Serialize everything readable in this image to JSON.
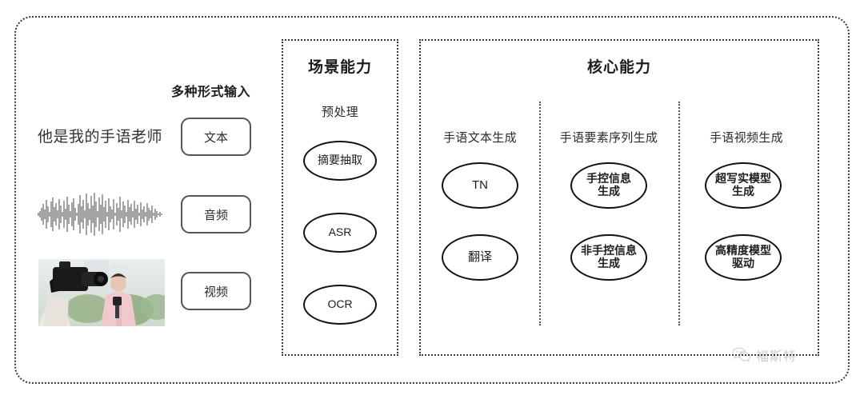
{
  "diagram": {
    "input_section": {
      "heading": "多种形式输入",
      "sample_sentence": "他是我的手语老师",
      "modalities": [
        {
          "label": "文本",
          "icon": "text-icon"
        },
        {
          "label": "音频",
          "icon": "waveform-icon"
        },
        {
          "label": "视频",
          "icon": "video-thumbnail-icon"
        }
      ]
    },
    "scene_capability": {
      "title": "场景能力",
      "sub_title": "预处理",
      "nodes": [
        "摘要抽取",
        "ASR",
        "OCR"
      ]
    },
    "core_capability": {
      "title": "核心能力",
      "columns": [
        {
          "title": "手语文本生成",
          "nodes": [
            "TN",
            "翻译"
          ]
        },
        {
          "title": "手语要素序列生成",
          "nodes": [
            "手控信息\n生成",
            "非手控信息\n生成"
          ]
        },
        {
          "title": "手语视频生成",
          "nodes": [
            "超写实模型\n生成",
            "高精度模型\n驱动"
          ]
        }
      ]
    },
    "watermark": {
      "text": "福斯特",
      "icon": "wechat-icon"
    },
    "colors": {
      "border": "#3a3a3a",
      "node_stroke": "#111111",
      "pill_stroke": "#555555",
      "text": "#2b2b2b",
      "background": "#ffffff"
    }
  }
}
